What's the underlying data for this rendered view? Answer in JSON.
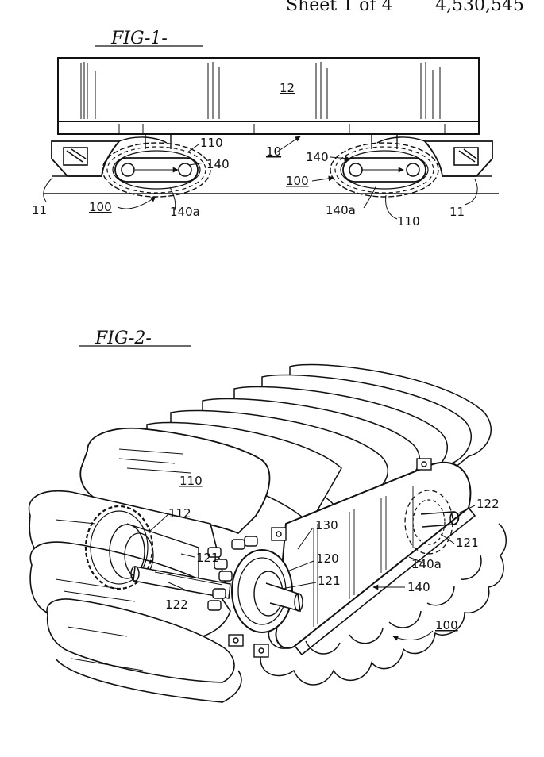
{
  "header": {
    "sheet": "Sheet 1 of 4",
    "patent_number": "4,530,545"
  },
  "figure1": {
    "title": "FIG-1-",
    "labels": {
      "body": "12",
      "vehicle": "10",
      "left_wheel_unit": "100",
      "right_wheel_unit": "100",
      "left_tube": "110",
      "right_tube": "110",
      "left_frame": "140",
      "right_frame": "140",
      "left_frame_a": "140a",
      "right_frame_a": "140a",
      "left_fender": "11",
      "right_fender": "11"
    }
  },
  "figure2": {
    "title": "FIG-2-",
    "labels": {
      "tube": "110",
      "tube_section": "112",
      "sprocket_left": "121",
      "axle_left": "122",
      "hub": "120",
      "bracket": "130",
      "sprocket_center": "121",
      "axle_right": "122",
      "sprocket_right": "121",
      "frame_a": "140a",
      "frame": "140",
      "assembly": "100"
    }
  }
}
